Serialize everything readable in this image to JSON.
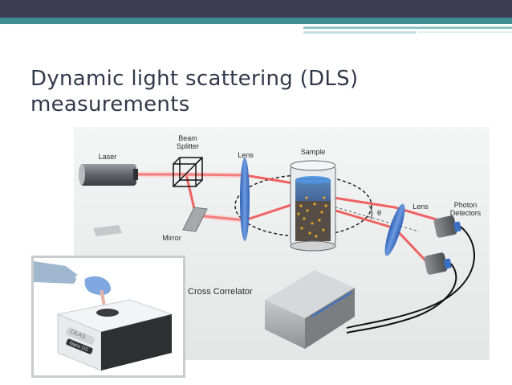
{
  "slide": {
    "title_line1": "Dynamic light scattering (DLS)",
    "title_line2": "measurements"
  },
  "diagram": {
    "labels": {
      "laser": "Laser",
      "beam_splitter_1": "Beam",
      "beam_splitter_2": "Splitter",
      "lens_1": "Lens",
      "sample": "Sample",
      "mirror": "Mirror",
      "theta": "θ",
      "lens_2": "Lens",
      "photon_detectors_1": "Photon",
      "photon_detectors_2": "Detectors",
      "cross_correlator": "Cross Correlator"
    }
  },
  "photo": {
    "brand": "CILAS",
    "model": "Nano DS"
  },
  "colors": {
    "top_band": "#3e3c55",
    "accent_teal": "#3f8f95",
    "title_text": "#31384a",
    "laser_beam": "#ef4a4a",
    "lens_blue": "#3c6fc6"
  }
}
